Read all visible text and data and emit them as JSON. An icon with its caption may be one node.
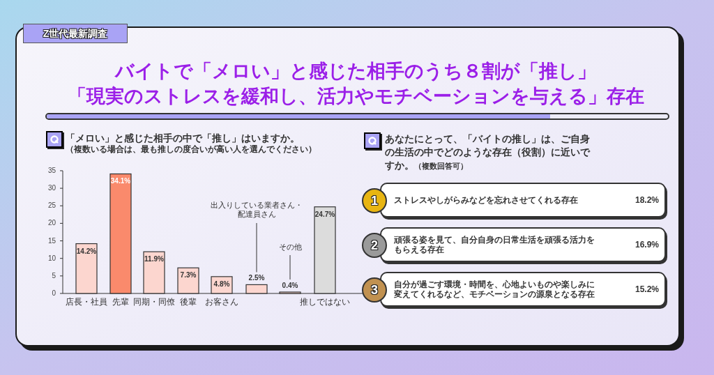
{
  "diagram": {
    "title": "バイトで「メロい」と感じた相手のうち８割が「推し」",
    "nodes": [
      {
        "text": [
          "1"
        ]
      },
      {
        "text": [
          "ストレスやしがらみなどを忘れさせてくれる存在",
          "18.2%"
        ]
      },
      {
        "text": [
          "2"
        ]
      },
      {
        "text": [
          "頑張る姿を見て、自分自身の日常生活を頑張る活力をもらえる存在",
          "16.9%"
        ]
      },
      {
        "text": [
          "3"
        ]
      },
      {
        "text": [
          "自分が過ごす環境・時間を、心地よいものや楽しみに変えてくれるなど、モチベーションの源泉となる存在",
          "15.2%"
        ]
      }
    ],
    "labels": [
      "Z世代最新調査",
      "「現実のストレスを緩和し、活力やモチベーションを与える」存在",
      "「メロい」と感じた相手の中で「推し」はいますか。",
      "（複数いる場合は、最も推しの度合いが高い人を選んでください）",
      "あなたにとって、「バイトの推し」は、ご自身の生活の中でどのような存在（役割）に近いですか。",
      "（複数回答可）"
    ],
    "chart_data": {
      "type": "bar",
      "categories": [
        "店長・社員",
        "先輩",
        "同期・同僚",
        "後輩",
        "お客さん",
        "出入りしている業者さん・配達員さん",
        "その他",
        "推しではない"
      ],
      "series": [
        {
          "color": "#fcd6cf",
          "values": [
            14.2,
            null,
            11.9,
            7.3,
            4.8,
            2.5,
            0.4,
            null
          ]
        },
        {
          "color": "#fa8a6c",
          "values": [
            null,
            34.1,
            null,
            null,
            null,
            null,
            null,
            null
          ]
        },
        {
          "color": "#dcdcdc",
          "values": [
            null,
            null,
            null,
            null,
            null,
            null,
            null,
            24.7
          ]
        }
      ],
      "stacked": true,
      "ylim": [
        0,
        35
      ],
      "yticks": [
        0,
        5,
        10,
        15,
        20,
        25,
        30,
        35
      ],
      "value_labels": [
        "14.2%",
        "34.1%",
        "11.9%",
        "7.3%",
        "4.8%",
        "2.5%",
        "0.4%",
        "24.7%"
      ]
    }
  }
}
